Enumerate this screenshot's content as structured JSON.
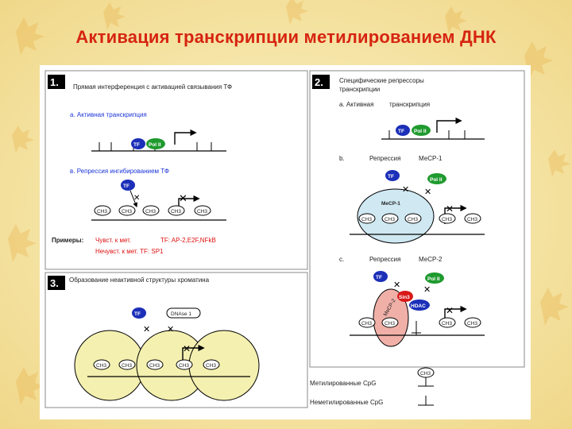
{
  "title": "Активация транскрипции метилированием ДНК",
  "panel1": {
    "number": "1.",
    "heading": "Прямая интерференция с активацией связывания ТФ",
    "a_label": "а. Активная транскрипция",
    "b_label": "в. Репрессия ингибированием ТФ",
    "examples_label": "Примеры:",
    "sensitive": "Чувст. к мет.",
    "sensitive_tf": "TF: AP-2,E2F,NFkB",
    "insensitive": "Нечувст. к мет. ТF: SP1"
  },
  "panel2": {
    "number": "2.",
    "heading_1": "Специфические репрессоры",
    "heading_2": "транскрипции",
    "a_label": "а. Активная",
    "a_label_2": "транскрипция",
    "b_label": "b.",
    "b_repression": "Репрессия",
    "b_protein": "МеСР-1",
    "c_label": "c.",
    "c_repression": "Репрессия",
    "c_protein": "МеСР-2"
  },
  "panel3": {
    "number": "3.",
    "heading": "Образование неактивной структуры хроматина",
    "dnase": "DNAse 1"
  },
  "molecules": {
    "tf": "TF",
    "pol": "Pol II",
    "ch3": "CH3",
    "mecp1": "MeCP-1",
    "mecp2": "MeCP-2",
    "sin3": "Sin3",
    "hdac": "HDAC"
  },
  "legend": {
    "methylated": "Метилированные CpG",
    "unmethylated": "Неметилированные CpG"
  },
  "colors": {
    "title": "#d62410",
    "tf": "#1b2fb8",
    "pol": "#1f9a2e",
    "mecp1": "#cfe8f2",
    "mecp2": "#f0b0a8",
    "chromatin": "#f4f0b0",
    "sin3": "#d81818"
  }
}
